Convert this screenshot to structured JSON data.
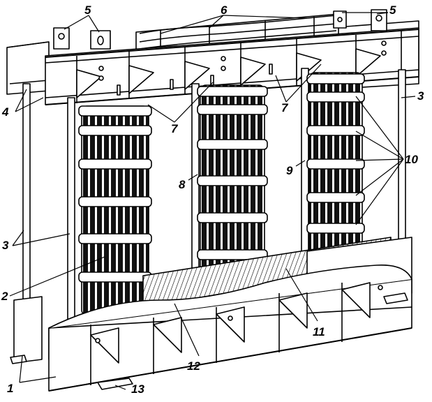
{
  "diagram": {
    "labels": {
      "l1": "1",
      "l2": "2",
      "l3a": "3",
      "l3b": "3",
      "l4": "4",
      "l5a": "5",
      "l5b": "5",
      "l6": "6",
      "l7a": "7",
      "l7b": "7",
      "l8": "8",
      "l9": "9",
      "l10": "10",
      "l11": "11",
      "l12": "12",
      "l13": "13"
    },
    "colors": {
      "ink": "#000000",
      "paper": "#ffffff",
      "winding": "#1a1a1a",
      "metal": "#f4f4f4"
    }
  }
}
